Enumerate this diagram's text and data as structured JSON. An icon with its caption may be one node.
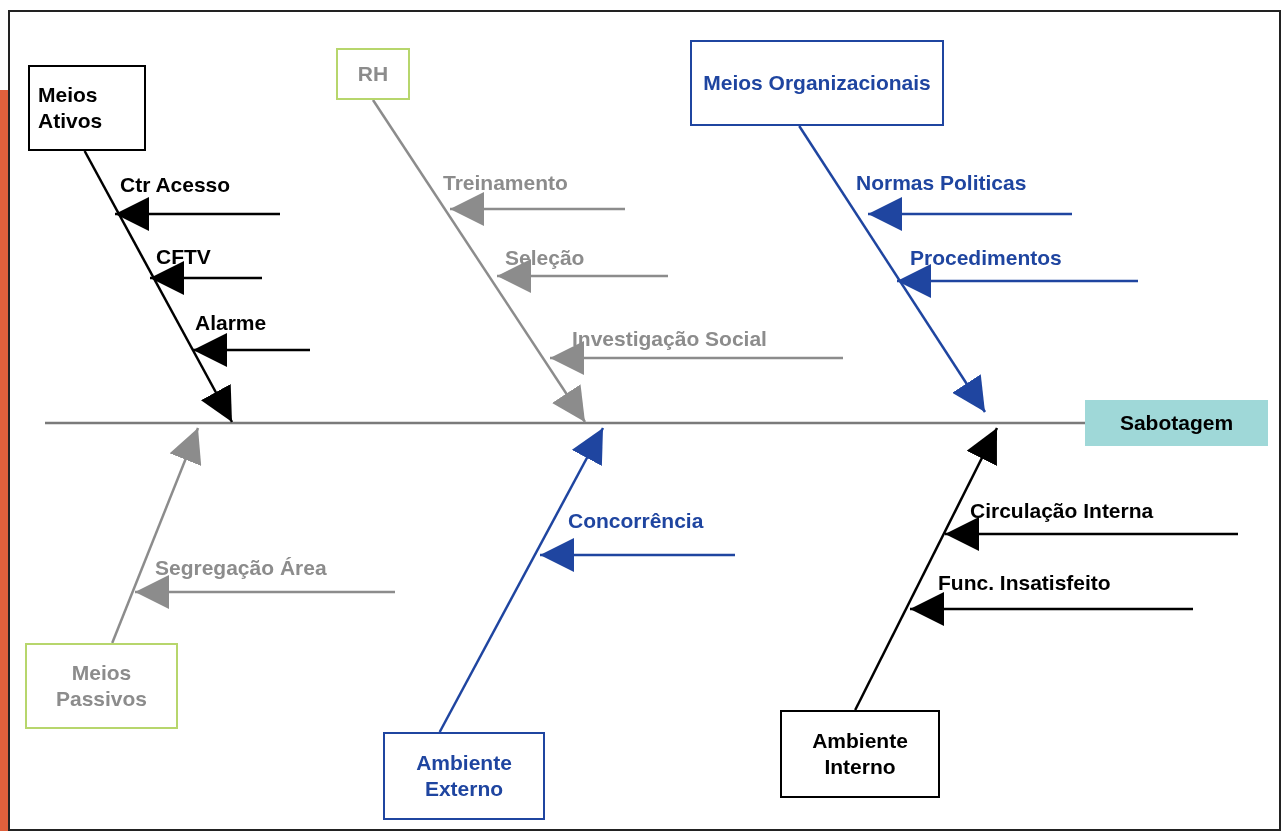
{
  "diagram": {
    "nodes": [
      {
        "text": [
          "Meios Ativos"
        ]
      },
      {
        "text": [
          "RH"
        ]
      },
      {
        "text": [
          "Meios Organizacionais"
        ]
      },
      {
        "text": [
          "Sabotagem"
        ]
      },
      {
        "text": [
          "Meios Passivos"
        ]
      },
      {
        "text": [
          "Ambiente Externo"
        ]
      },
      {
        "text": [
          "Ambiente Interno"
        ]
      },
      {
        "text": [
          "Ctr Acesso"
        ]
      },
      {
        "text": [
          "CFTV"
        ]
      },
      {
        "text": [
          "Alarme"
        ]
      },
      {
        "text": [
          "Treinamento"
        ]
      },
      {
        "text": [
          "Seleção"
        ]
      },
      {
        "text": [
          "Investigação Social"
        ]
      },
      {
        "text": [
          "Normas Politicas"
        ]
      },
      {
        "text": [
          "Procedimentos"
        ]
      },
      {
        "text": [
          "Segregação Área"
        ]
      },
      {
        "text": [
          "Concorrência"
        ]
      },
      {
        "text": [
          "Circulação Interna"
        ]
      },
      {
        "text": [
          "Func. Insatisfeito"
        ]
      }
    ],
    "edges": [
      {
        "from": null,
        "to": 3,
        "arrow": "none",
        "color": "#7a7a7a"
      },
      {
        "from": 0,
        "to": null,
        "arrow": "to"
      },
      {
        "from": 1,
        "to": null,
        "arrow": "to",
        "color": "#8c8c8c"
      },
      {
        "from": 2,
        "to": null,
        "arrow": "to",
        "color": "#1f45a0"
      },
      {
        "from": 4,
        "to": null,
        "arrow": "to",
        "color": "#8c8c8c"
      },
      {
        "from": 5,
        "to": null,
        "arrow": "to",
        "color": "#1f45a0"
      },
      {
        "from": 6,
        "to": null,
        "arrow": "to"
      },
      {
        "from": null,
        "to": 7,
        "arrow": "to"
      },
      {
        "from": null,
        "to": 8,
        "arrow": "to"
      },
      {
        "from": null,
        "to": 9,
        "arrow": "to"
      },
      {
        "from": null,
        "to": 10,
        "arrow": "to",
        "color": "#8c8c8c"
      },
      {
        "from": null,
        "to": 11,
        "arrow": "to",
        "color": "#8c8c8c"
      },
      {
        "from": null,
        "to": 12,
        "arrow": "to",
        "color": "#8c8c8c"
      },
      {
        "from": null,
        "to": 13,
        "arrow": "to",
        "color": "#1f45a0"
      },
      {
        "from": null,
        "to": 14,
        "arrow": "to",
        "color": "#1f45a0"
      },
      {
        "from": null,
        "to": 15,
        "arrow": "to",
        "color": "#8c8c8c"
      },
      {
        "from": null,
        "to": 16,
        "arrow": "to",
        "color": "#1f45a0"
      },
      {
        "from": null,
        "to": 17,
        "arrow": "to"
      },
      {
        "from": null,
        "to": 18,
        "arrow": "to"
      }
    ]
  }
}
